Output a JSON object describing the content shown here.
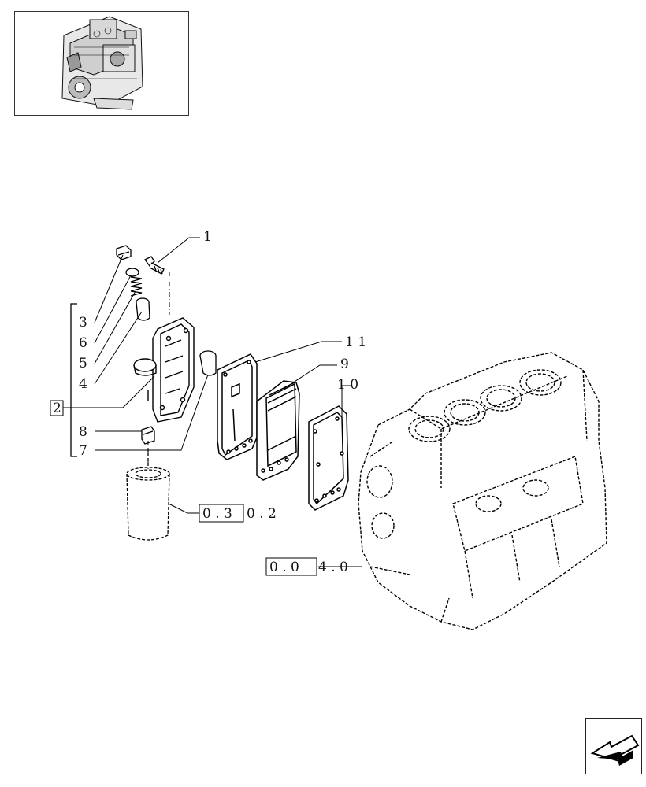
{
  "diagram": {
    "callouts": {
      "c1": "1",
      "c2": "2",
      "c3": "3",
      "c4": "4",
      "c5": "5",
      "c6": "6",
      "c7": "7",
      "c8": "8",
      "c9": "9",
      "c10": "1 0",
      "c11": "1 1"
    },
    "references": {
      "filter_boxed": "0 . 3",
      "filter_rest": "0 . 2",
      "block_boxed": "0 . 0",
      "block_rest": "4 . 0"
    }
  },
  "thumbnail": {
    "icon": "engine-thumbnail-icon"
  },
  "navigation": {
    "icon": "next-page-arrow-icon"
  }
}
